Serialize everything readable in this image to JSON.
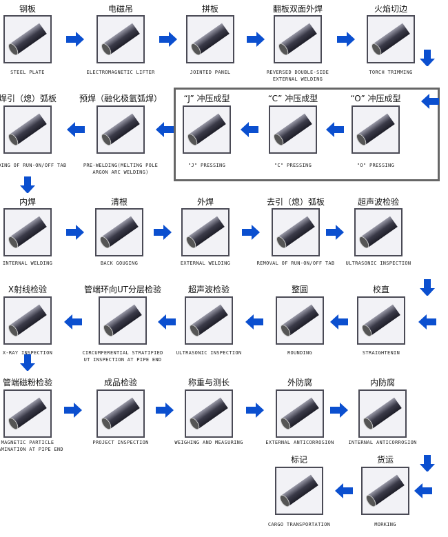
{
  "colors": {
    "arrow": "#0b4fcf",
    "box_border": "#4a4a55",
    "pipe": "#3a3a48"
  },
  "steps": [
    {
      "title": "钢板",
      "caption": "STEEL PLATE",
      "icon": "steel-plate-icon"
    },
    {
      "title": "电磁吊",
      "caption": "ELECTROMAGNETIC LIFTER",
      "icon": "electromagnetic-lifter-icon"
    },
    {
      "title": "拼板",
      "caption": "JOINTED PANEL",
      "icon": "jointed-panel-icon"
    },
    {
      "title": "翻板双面外焊",
      "caption": "REVERSED DOUBLE-SIDE EXTERNAL WELDING",
      "icon": "reversed-welding-icon"
    },
    {
      "title": "火焰切边",
      "caption": "TORCH TRIMMING",
      "icon": "torch-trimming-icon"
    },
    {
      "title": "“O” 冲压成型",
      "caption": "\"O\" PRESSING",
      "icon": "o-pressing-icon"
    },
    {
      "title": "“C” 冲压成型",
      "caption": "\"C\" PRESSING",
      "icon": "c-pressing-icon"
    },
    {
      "title": "“J” 冲压成型",
      "caption": "\"J\" PRESSING",
      "icon": "j-pressing-icon"
    },
    {
      "title": "预焊（融化极氩弧焊）",
      "caption": "PRE-WELDING(MELTING POLE ARGON ARC WELDING)",
      "icon": "pre-welding-icon"
    },
    {
      "title": "焊引（熄）弧板",
      "caption": "WELDING OF RUN-ON/OFF TAB",
      "icon": "tab-welding-icon"
    },
    {
      "title": "内焊",
      "caption": "INTERNAL WELDING",
      "icon": "internal-welding-icon"
    },
    {
      "title": "清根",
      "caption": "BACK GOUGING",
      "icon": "back-gouging-icon"
    },
    {
      "title": "外焊",
      "caption": "EXTERNAL WELDING",
      "icon": "external-welding-icon"
    },
    {
      "title": "去引（熄）弧板",
      "caption": "REMOVAL OF RUN-ON/OFF TAB",
      "icon": "tab-removal-icon"
    },
    {
      "title": "超声波检验",
      "caption": "ULTRASONIC INSPECTION",
      "icon": "ultrasonic-icon"
    },
    {
      "title": "校直",
      "caption": "STRAIGHTENIN",
      "icon": "straightening-icon"
    },
    {
      "title": "整圆",
      "caption": "ROUNDING",
      "icon": "rounding-icon"
    },
    {
      "title": "超声波检验",
      "caption": "ULTRASONIC INSPECTION",
      "icon": "ultrasonic-icon"
    },
    {
      "title": "管端环向UT分层检验",
      "caption": "CIRCUMFERENTIAL STRATIFIED UT INSPECTION AT PIPE END",
      "icon": "ut-inspection-icon"
    },
    {
      "title": "X射线检验",
      "caption": "X-RAY INSPECTION",
      "icon": "x-ray-icon"
    },
    {
      "title": "管端磁粉检验",
      "caption": "MAGNETIC PARTICLE EXAMINATION AT PIPE END",
      "icon": "magnetic-particle-icon"
    },
    {
      "title": "成品检验",
      "caption": "PROJECT INSPECTION",
      "icon": "project-inspection-icon"
    },
    {
      "title": "称重与测长",
      "caption": "WEIGHING AND MEASURING",
      "icon": "weighing-icon"
    },
    {
      "title": "外防腐",
      "caption": "EXTERNAL ANTICORROSION",
      "icon": "external-anticorrosion-icon"
    },
    {
      "title": "内防腐",
      "caption": "INTERNAL ANTICORROSION",
      "icon": "internal-anticorrosion-icon"
    },
    {
      "title": "货运",
      "caption": "MORKING",
      "icon": "marking-icon"
    },
    {
      "title": "标记",
      "caption": "CARGO TRANSPORTATION",
      "icon": "cargo-icon"
    }
  ]
}
